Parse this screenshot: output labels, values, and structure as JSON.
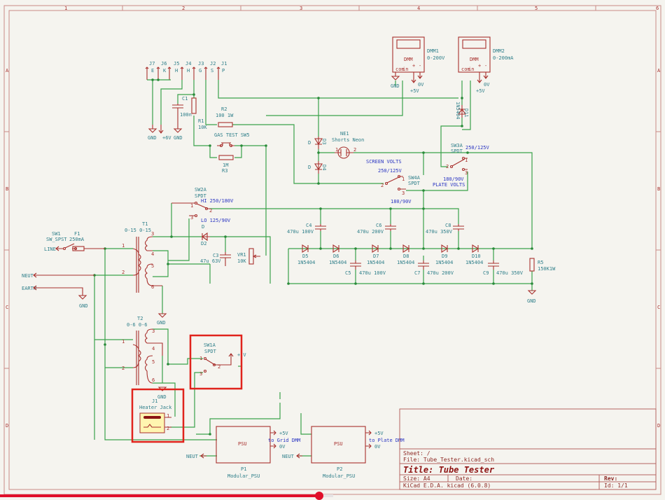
{
  "app": {
    "name": "KiCad Schematic Editor",
    "view": "Schematic sheet"
  },
  "frame": {
    "columns": [
      "1",
      "2",
      "3",
      "4",
      "5",
      "6"
    ],
    "rows": [
      "A",
      "B",
      "C",
      "D"
    ]
  },
  "title_block": {
    "sheet": "Sheet: /",
    "file": "File: Tube_Tester.kicad_sch",
    "title": "Title: Tube Tester",
    "size": "Size: A4",
    "date": "Date:",
    "rev": "Rev:",
    "tool": "KiCad E.D.A.  kicad (6.0.8)",
    "id": "Id: 1/1"
  },
  "connectors": [
    {
      "ref": "J7",
      "pin_label": "E"
    },
    {
      "ref": "J6",
      "pin_label": "K"
    },
    {
      "ref": "J5",
      "pin_label": "H"
    },
    {
      "ref": "J4",
      "pin_label": "H"
    },
    {
      "ref": "J3",
      "pin_label": "G"
    },
    {
      "ref": "J2",
      "pin_label": "S"
    },
    {
      "ref": "J1",
      "pin_label": "P"
    }
  ],
  "components": {
    "c1": {
      "ref": "C1",
      "value": "100n"
    },
    "r1": {
      "ref": "R1",
      "value": "10K"
    },
    "r2": {
      "ref": "R2",
      "value": "100 1W"
    },
    "sw5": {
      "ref": "GAS TEST  SW5"
    },
    "r3": {
      "ref": "R3",
      "value": "1M"
    },
    "dmm1": {
      "ref": "DMM1",
      "value": "0-200V",
      "body": "DMM",
      "pin_com": "com",
      "pin_in": "in",
      "pin_plus": "+",
      "pin_minus": "-"
    },
    "dmm2": {
      "ref": "DMM2",
      "value": "0-200mA",
      "body": "DMM",
      "pin_com": "com",
      "pin_in": "in",
      "pin_plus": "+",
      "pin_minus": "-"
    },
    "d11": {
      "ref": "D11",
      "value": "1N5404"
    },
    "d3": {
      "ref": "D3",
      "value": "D"
    },
    "d4": {
      "ref": "D4",
      "value": "D"
    },
    "ne1": {
      "ref": "NE1",
      "value": "Shorts Neon",
      "pin1": "1",
      "pin2": "2"
    },
    "sw3a": {
      "ref": "SW3A",
      "value": "SPDT"
    },
    "sw4a": {
      "ref": "SW4A",
      "value": "SPDT"
    },
    "sw2a": {
      "ref": "SW2A",
      "value": "SPDT"
    },
    "sw1": {
      "ref": "SW1",
      "value": "SW_SPST"
    },
    "f1": {
      "ref": "F1",
      "value": "250mA"
    },
    "t1": {
      "ref": "T1",
      "value": "0-15 0-15"
    },
    "t2": {
      "ref": "T2",
      "value": "0-6 0-6"
    },
    "d2": {
      "ref": "D2",
      "value": "D"
    },
    "c3": {
      "ref": "C3",
      "value": "47u 63V"
    },
    "vr1": {
      "ref": "VR1",
      "value": "10K"
    },
    "c4": {
      "ref": "C4",
      "value": "470u 100V"
    },
    "c5": {
      "ref": "C5",
      "value": "470u 100V"
    },
    "c6": {
      "ref": "C6",
      "value": "470u 200V"
    },
    "c7": {
      "ref": "C7",
      "value": "470u 200V"
    },
    "c8": {
      "ref": "C8",
      "value": "470u 350V"
    },
    "c9": {
      "ref": "C9",
      "value": "470u 350V"
    },
    "d5": {
      "ref": "D5",
      "value": "1N5404"
    },
    "d6": {
      "ref": "D6",
      "value": "1N5404"
    },
    "d7": {
      "ref": "D7",
      "value": "1N5404"
    },
    "d8": {
      "ref": "D8",
      "value": "1N5404"
    },
    "d9": {
      "ref": "D9",
      "value": "1N5404"
    },
    "d10": {
      "ref": "D10",
      "value": "1N5404"
    },
    "r5": {
      "ref": "R5",
      "value": "150K1W"
    },
    "sw1a": {
      "ref": "SW1A",
      "value": "SPDT"
    },
    "j1h": {
      "ref": "J1",
      "value": "Heater Jack"
    },
    "p1": {
      "ref": "P1",
      "value": "Modular_PSU",
      "body": "PSU"
    },
    "p2": {
      "ref": "P2",
      "value": "Modular_PSU",
      "body": "PSU"
    }
  },
  "labels": {
    "screen_volts": "SCREEN VOLTS",
    "plate_volts": "PLATE VOLTS",
    "sw4_hi": "250/125V",
    "sw4_lo": "180/90V",
    "sw3_hi": "250/125V",
    "sw3_lo": "180/90V",
    "sw2_hi": "HI 250/180V",
    "sw2_lo": "LO 125/90V",
    "grid_dmm": "to Grid DMM",
    "plate_dmm": "to Plate DMM"
  },
  "power": {
    "gnd": "GND",
    "plus6v": "+6V",
    "plus5v": "+5V",
    "zero_v": "0V",
    "line": "LINE",
    "neut": "NEUT",
    "earth": "EARTH",
    "plus_v": "+ V"
  },
  "pins": {
    "p1": "1",
    "p2": "2",
    "p3": "3",
    "p4": "4",
    "p5": "5",
    "p6": "6"
  },
  "highlight_colors": {
    "box": "#e0231c",
    "wire": "#3aa24a",
    "symbol": "#a8302d"
  },
  "video_progress": {
    "played_fraction": 0.48
  }
}
